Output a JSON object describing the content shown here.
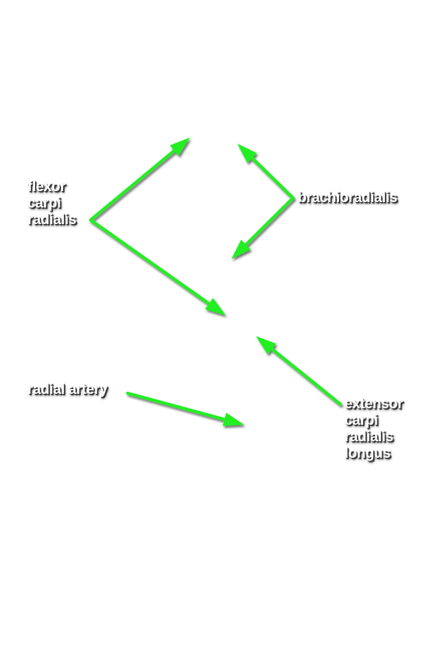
{
  "labels": {
    "flexor_carpi_radialis": "flexor\ncarpi\nradialis",
    "brachioradialis": "brachioradialis",
    "radial_artery": "radial artery",
    "extensor_carpi_radialis_longus": "extensor\ncarpi\nradialis\nlongus"
  },
  "colors": {
    "arrow": "#22ee22",
    "label_text": "#ffffff",
    "label_shadow": "#2a2a2a",
    "background": "#ffffff"
  }
}
